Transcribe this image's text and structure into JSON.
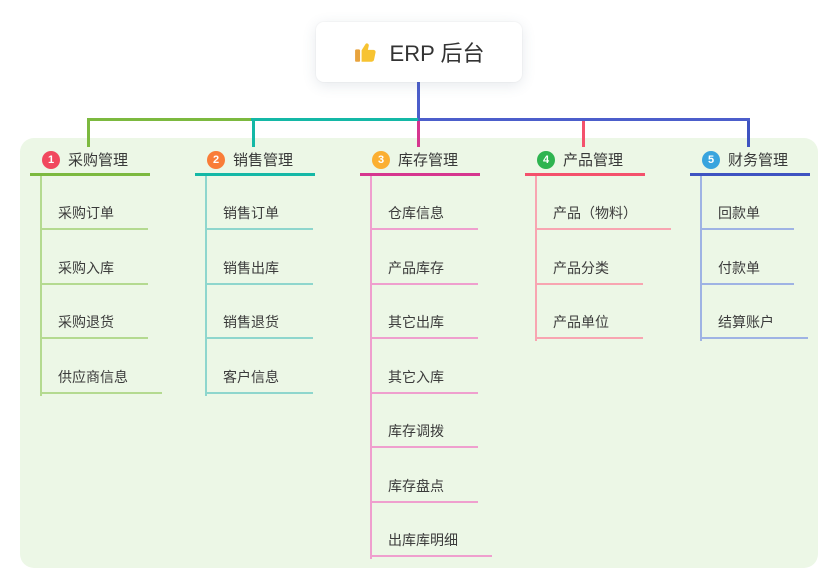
{
  "root": {
    "label": "ERP 后台",
    "icon": "thumbs-up-icon"
  },
  "canvas": {
    "background": "#ffffff",
    "panel_bg": "#ecf7e6",
    "stem_color": "#4c5ecb",
    "text_color": "#3b3b3b"
  },
  "branches": [
    {
      "num": "1",
      "label": "采购管理",
      "badge_color": "#f1485e",
      "line_color": "#7cb93f",
      "light_color": "#b4da90",
      "children": [
        "采购订单",
        "采购入库",
        "采购退货",
        "供应商信息"
      ]
    },
    {
      "num": "2",
      "label": "销售管理",
      "badge_color": "#f97d38",
      "line_color": "#14b8a6",
      "light_color": "#8ed6cd",
      "children": [
        "销售订单",
        "销售出库",
        "销售退货",
        "客户信息"
      ]
    },
    {
      "num": "3",
      "label": "库存管理",
      "badge_color": "#fbaf31",
      "line_color": "#d6368f",
      "light_color": "#ef9fce",
      "children": [
        "仓库信息",
        "产品库存",
        "其它出库",
        "其它入库",
        "库存调拨",
        "库存盘点",
        "出库库明细"
      ]
    },
    {
      "num": "4",
      "label": "产品管理",
      "badge_color": "#2eb450",
      "line_color": "#f4516c",
      "light_color": "#f8a5b1",
      "children": [
        "产品（物料）",
        "产品分类",
        "产品单位"
      ]
    },
    {
      "num": "5",
      "label": "财务管理",
      "badge_color": "#38a4de",
      "line_color": "#3e53c1",
      "light_color": "#9fb3e4",
      "children": [
        "回款单",
        "付款单",
        "结算账户"
      ]
    }
  ]
}
